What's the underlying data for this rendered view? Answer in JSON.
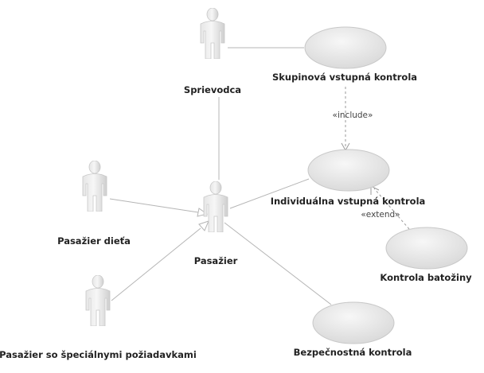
{
  "actors": {
    "sprievodca": "Sprievodca",
    "pasazier": "Pasažier",
    "pasazier_dieta": "Pasažier dieťa",
    "pasazier_special": "Pasažier so špeciálnymi požiadavkami"
  },
  "use_cases": {
    "skupinova": "Skupinová vstupná kontrola",
    "individualna": "Individuálna vstupná kontrola",
    "batoziny": "Kontrola batožiny",
    "bezpecnostna": "Bezpečnostná kontrola"
  },
  "stereotypes": {
    "include": "«include»",
    "extend": "«extend»"
  },
  "colors": {
    "shape_light": "#f4f4f4",
    "shape_dark": "#d4d4d4",
    "line": "#b5b5b5"
  }
}
